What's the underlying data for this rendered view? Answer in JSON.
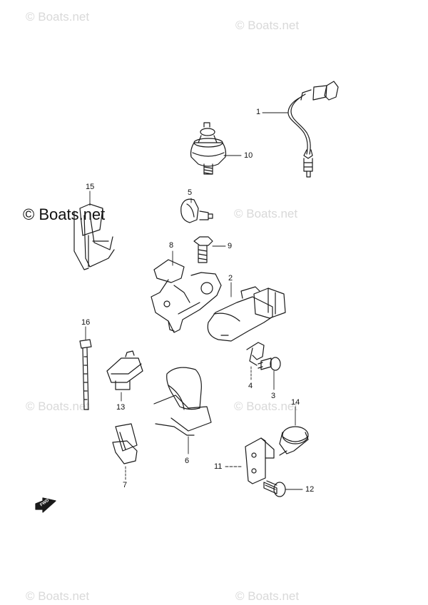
{
  "watermarks": {
    "small": "© Boats.net",
    "large": "© Boats.net"
  },
  "callouts": [
    "1",
    "2",
    "3",
    "4",
    "5",
    "6",
    "7",
    "8",
    "9",
    "10",
    "11",
    "12",
    "13",
    "14",
    "15",
    "16"
  ],
  "direction_arrow": {
    "label": "FWD"
  },
  "colors": {
    "line": "#1a1a1a",
    "watermark": "#d9d9d9"
  }
}
